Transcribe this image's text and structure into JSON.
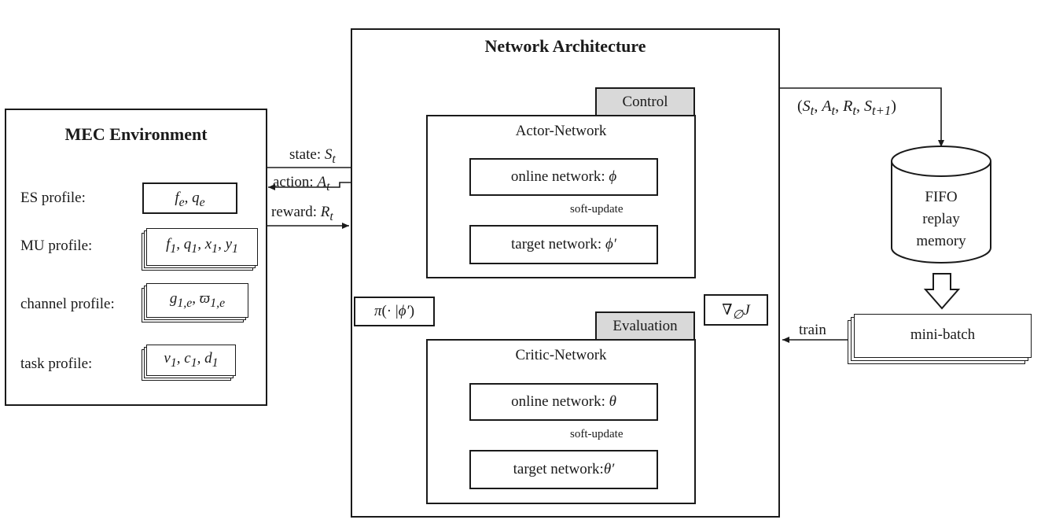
{
  "mec": {
    "title": "MEC Environment",
    "profiles": [
      {
        "label": "ES profile:",
        "value": "f_e, q_e"
      },
      {
        "label": "MU profile:",
        "value": "f_1, q_1, x_1, y_1"
      },
      {
        "label": "channel profile:",
        "value": "g_1,e, ϖ_1,e"
      },
      {
        "label": "task profile:",
        "value": "ν_1, c_1, d_1"
      }
    ]
  },
  "signals": {
    "state": "state: S_t",
    "action": "action: A_t",
    "reward": "reward: R_t"
  },
  "architecture": {
    "title": "Network Architecture",
    "control_tag": "Control",
    "evaluation_tag": "Evaluation",
    "actor": {
      "title": "Actor-Network",
      "online": "online network: ϕ",
      "target": "target network: ϕ′",
      "soft_update": "soft-update"
    },
    "critic": {
      "title": "Critic-Network",
      "online": "online network: θ",
      "target": "target network:θ′",
      "soft_update": "soft-update"
    },
    "policy_label": "π(· |ϕ′)",
    "gradient_label": "∇_∅J"
  },
  "replay": {
    "transition": "(S_t, A_t, R_t, S_t+1)",
    "memory_line1": "FIFO",
    "memory_line2": "replay",
    "memory_line3": "memory",
    "minibatch": "mini-batch",
    "train": "train"
  }
}
